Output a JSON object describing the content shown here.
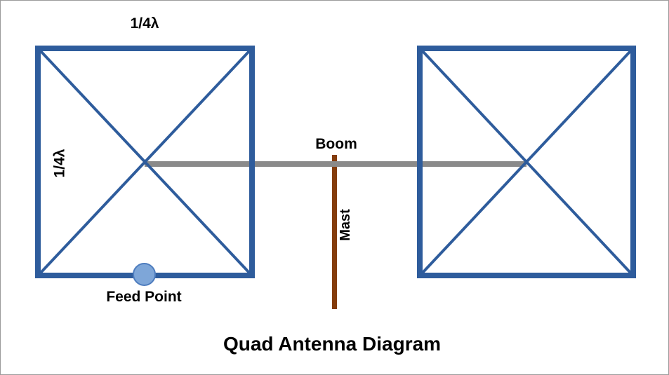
{
  "title": "Quad Antenna Diagram",
  "labels": {
    "top_dimension": "1/4λ",
    "side_dimension": "1/4λ",
    "boom": "Boom",
    "mast": "Mast",
    "feed_point": "Feed Point"
  },
  "colors": {
    "background": "#ffffff",
    "frame_border": "#9b9b9b",
    "loop_color": "#2e5c9c",
    "boom_color": "#8a8a8a",
    "mast_color": "#843c0c",
    "feed_fill": "#7ea6d8",
    "feed_stroke": "#4d7cbe",
    "text_color": "#000000"
  }
}
